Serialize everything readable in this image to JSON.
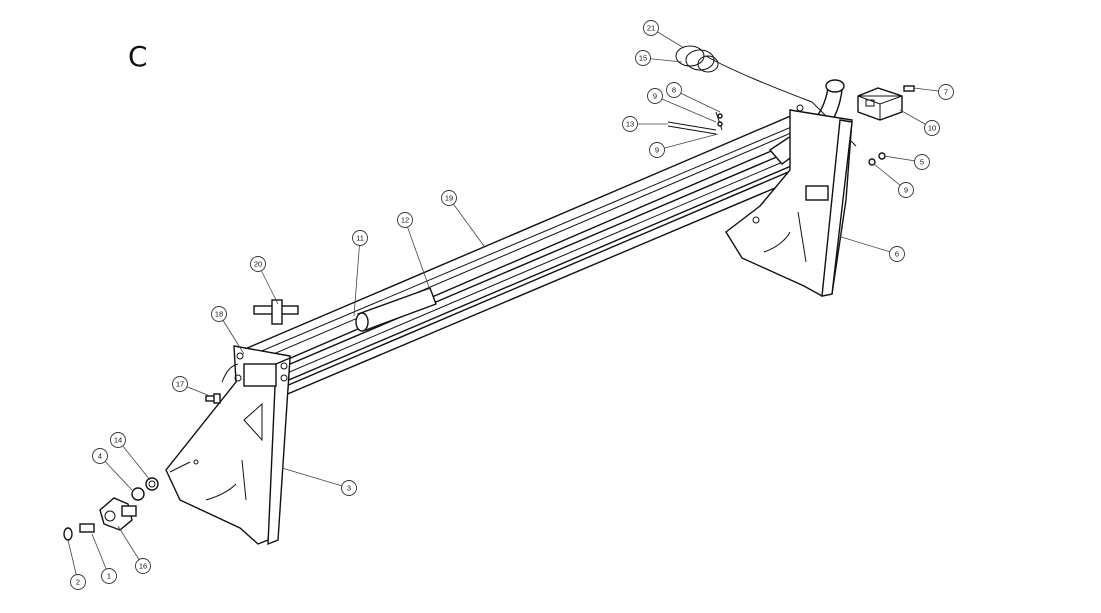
{
  "diagram": {
    "section_letter": "C",
    "callouts": [
      {
        "id": "c21",
        "label": "21"
      },
      {
        "id": "c15",
        "label": "15"
      },
      {
        "id": "c9a",
        "label": "9"
      },
      {
        "id": "c8",
        "label": "8"
      },
      {
        "id": "c13",
        "label": "13"
      },
      {
        "id": "c9b",
        "label": "9"
      },
      {
        "id": "c7",
        "label": "7"
      },
      {
        "id": "c10",
        "label": "10"
      },
      {
        "id": "c5",
        "label": "5"
      },
      {
        "id": "c9c",
        "label": "9"
      },
      {
        "id": "c19",
        "label": "19"
      },
      {
        "id": "c12",
        "label": "12"
      },
      {
        "id": "c11",
        "label": "11"
      },
      {
        "id": "c6",
        "label": "6"
      },
      {
        "id": "c20",
        "label": "20"
      },
      {
        "id": "c18",
        "label": "18"
      },
      {
        "id": "c17",
        "label": "17"
      },
      {
        "id": "c14",
        "label": "14"
      },
      {
        "id": "c4",
        "label": "4"
      },
      {
        "id": "c3",
        "label": "3"
      },
      {
        "id": "c16",
        "label": "16"
      },
      {
        "id": "c1",
        "label": "1"
      },
      {
        "id": "c2",
        "label": "2"
      }
    ]
  }
}
